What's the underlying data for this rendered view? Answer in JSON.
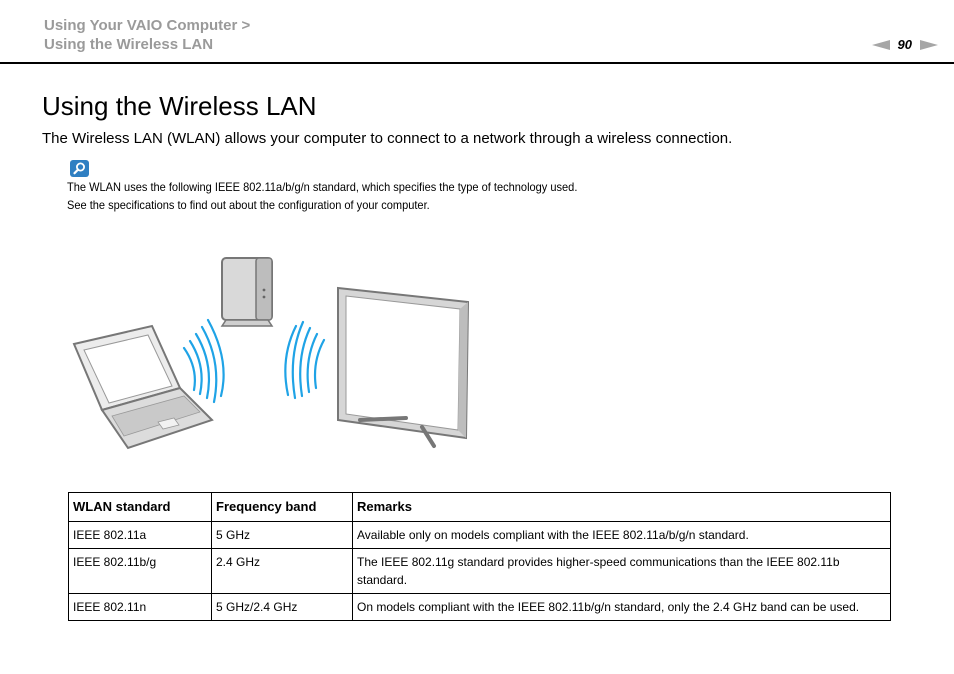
{
  "header": {
    "breadcrumb_line1": "Using Your VAIO Computer >",
    "breadcrumb_line2": "Using the Wireless LAN",
    "page_number": "90"
  },
  "title": "Using the Wireless LAN",
  "intro": "The Wireless LAN (WLAN) allows your computer to connect to a network through a wireless connection.",
  "note": {
    "icon": "magnifier-icon",
    "line1": "The WLAN uses the following IEEE 802.11a/b/g/n standard, which specifies the type of technology used.",
    "line2": "See the specifications to find out about the configuration of your computer."
  },
  "illustration": {
    "icons": [
      "laptop-icon",
      "wireless-signal-icon",
      "access-point-icon",
      "monitor-icon"
    ]
  },
  "table": {
    "headers": [
      "WLAN standard",
      "Frequency band",
      "Remarks"
    ],
    "rows": [
      [
        "IEEE 802.11a",
        "5 GHz",
        "Available only on models compliant with the IEEE 802.11a/b/g/n standard."
      ],
      [
        "IEEE 802.11b/g",
        "2.4 GHz",
        "The IEEE 802.11g standard provides higher-speed communications than the IEEE 802.11b standard."
      ],
      [
        "IEEE 802.11n",
        "5 GHz/2.4 GHz",
        "On models compliant with the IEEE 802.11b/g/n standard, only the 2.4 GHz band can be used."
      ]
    ]
  },
  "colors": {
    "breadcrumb": "#9a9a9a",
    "accent_blue": "#1fa3e6",
    "note_icon": "#2f7fc2"
  }
}
